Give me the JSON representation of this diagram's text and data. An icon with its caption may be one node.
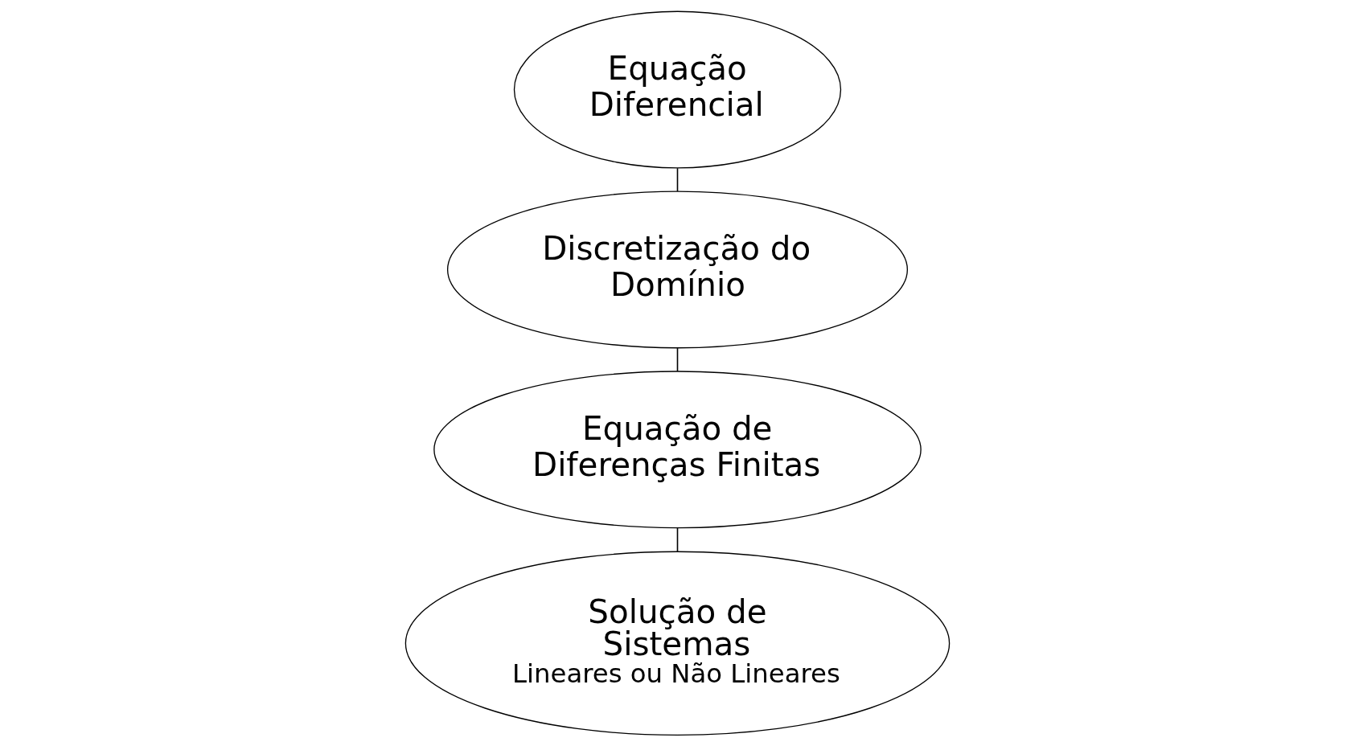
{
  "diagram": {
    "nodes": [
      {
        "text": [
          "Equação Diferencial"
        ]
      },
      {
        "text": [
          "Discretização do Domínio"
        ]
      },
      {
        "text": [
          "Equação de Diferenças Finitas"
        ]
      },
      {
        "text": [
          "Solução de Sistemas",
          "Lineares ou Não Lineares"
        ]
      }
    ],
    "edges": [
      {
        "from": 0,
        "to": 1,
        "arrow": "none"
      },
      {
        "from": 1,
        "to": 2,
        "arrow": "none"
      },
      {
        "from": 2,
        "to": 3,
        "arrow": "none"
      }
    ]
  }
}
